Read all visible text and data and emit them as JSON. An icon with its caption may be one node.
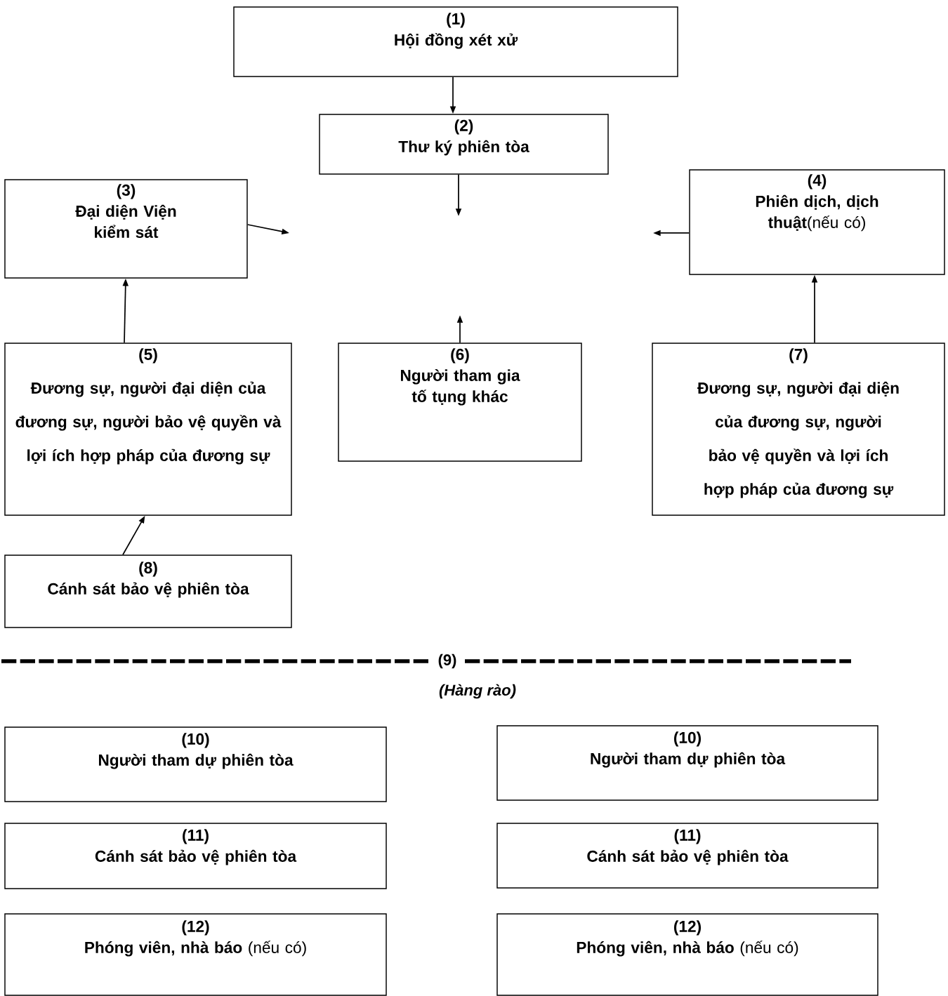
{
  "diagram": {
    "nodes": [
      {
        "text": [
          "(1)",
          "Hội đồng xét xử"
        ]
      },
      {
        "text": [
          "(2)",
          "Thư ký phiên tòa"
        ]
      },
      {
        "text": [
          "(3)",
          "Đại diện Viện kiểm sát"
        ]
      },
      {
        "text": [
          "(4)",
          "**Phiên dịch, dịch thuật**(nếu có)"
        ]
      },
      {
        "text": [
          "(5)",
          "Đương sự, người đại diện của đương sự, người bảo vệ quyền và lợi ích hợp pháp của đương sự"
        ]
      },
      {
        "text": [
          "(6)",
          "Người tham gia tố tụng khác"
        ]
      },
      {
        "text": [
          "(7)",
          "Đương sự, người đại diện của đương sự, người bảo vệ quyền và lợi ích hợp pháp của đương sự"
        ]
      },
      {
        "text": [
          "(8)",
          "Cánh sát bảo vệ phiên tòa"
        ]
      },
      {
        "text": [
          "(10)",
          "Người tham dự phiên tòa"
        ]
      },
      {
        "text": [
          "(10)",
          "Người tham dự phiên tòa"
        ]
      },
      {
        "text": [
          "(11)",
          "Cánh sát bảo vệ phiên tòa"
        ]
      },
      {
        "text": [
          "(11)",
          "Cánh sát bảo vệ phiên tòa"
        ]
      },
      {
        "text": [
          "(12)",
          "**Phóng viên, nhà báo** (nếu có)"
        ]
      },
      {
        "text": [
          "(12)",
          "**Phóng viên, nhà báo** (nếu có)"
        ]
      }
    ],
    "edges": [
      {
        "from": 0,
        "to": 1,
        "arrow": "to"
      },
      {
        "from": 1,
        "to": null,
        "arrow": "to"
      },
      {
        "from": 2,
        "to": null,
        "arrow": "to"
      },
      {
        "from": 3,
        "to": null,
        "arrow": "to"
      },
      {
        "from": 4,
        "to": 2,
        "arrow": "to"
      },
      {
        "from": 5,
        "to": null,
        "arrow": "to"
      },
      {
        "from": 6,
        "to": 3,
        "arrow": "to"
      },
      {
        "from": 7,
        "to": 4,
        "arrow": "to"
      }
    ],
    "labels": [
      "(9)",
      "(Hàng rào)"
    ]
  }
}
